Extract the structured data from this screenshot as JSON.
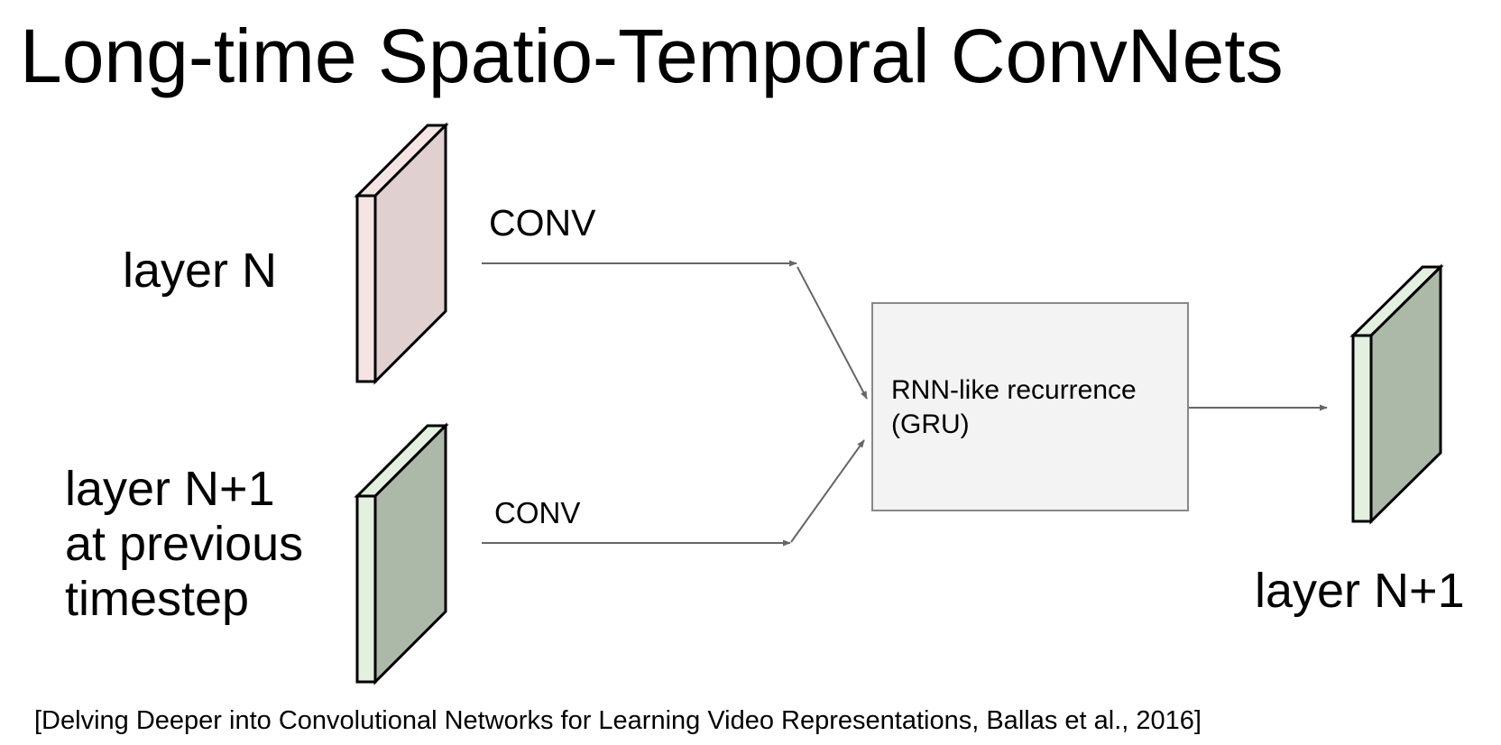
{
  "title": "Long-time Spatio-Temporal ConvNets",
  "labels": {
    "layer_n": "layer N",
    "layer_n1_prev_line1": "layer N+1",
    "layer_n1_prev_line2": "at previous",
    "layer_n1_prev_line3": "timestep",
    "layer_n1_out": "layer N+1"
  },
  "arrows": {
    "conv_top": "CONV",
    "conv_bottom": "CONV"
  },
  "rnn_box": {
    "line1": "RNN-like recurrence",
    "line2": "(GRU)"
  },
  "citation": "[Delving Deeper into Convolutional Networks for Learning Video Representations, Ballas et al., 2016]",
  "colors": {
    "layer_n_front": "#f4e4e4",
    "layer_n_side": "#e0d0d0",
    "layer_n1_front": "#e3f0df",
    "layer_n1_side": "#adb9a8",
    "rnn_box_fill": "#f3f3f3",
    "rnn_box_stroke": "#888888",
    "arrow": "#666666"
  }
}
